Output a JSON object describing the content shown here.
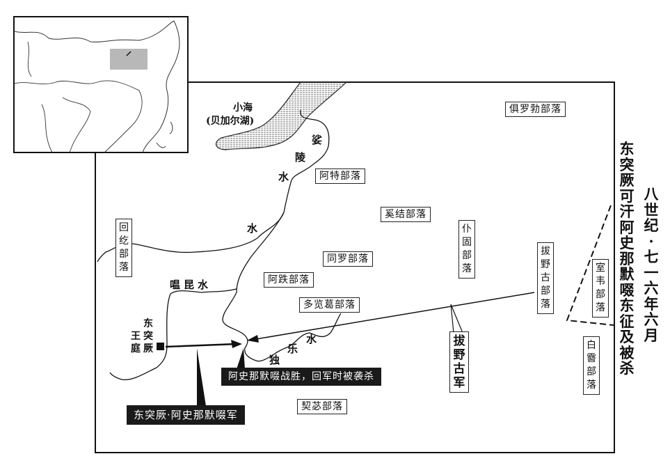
{
  "map": {
    "title": "东突厥可汗阿史那默啜东征及被杀",
    "date": "八世纪·七一六年六月",
    "lake": {
      "name": "小海",
      "alt_name": "(贝加尔湖)"
    },
    "rivers": {
      "selenga": [
        "娑",
        "陵",
        "水",
        "水"
      ],
      "orkhon": "嗢昆水",
      "tola": [
        "独",
        "乐",
        "水"
      ]
    },
    "tribes": {
      "juluobo": "俱罗勃部落",
      "ate": "阿特部落",
      "xijie": "奚结部落",
      "pugu": "仆固部落",
      "huihe": "回纥部落",
      "tongluo": "同罗部落",
      "adie": "阿跌部落",
      "duolange": "多览葛部落",
      "bayegu": "拔野古部落",
      "shiwei": "室韦部落",
      "baixi": "白霫部落",
      "qibi": "契苾部落"
    },
    "court": {
      "col1": "东突厥",
      "col2": "王庭"
    },
    "callouts": {
      "victory": "阿史那默啜战胜，回军时被袭杀",
      "turk_army": "东突厥·阿史那默啜军",
      "bayegu_army": "拔野古军"
    },
    "colors": {
      "ink": "#111111",
      "inset_highlight": "#b8b8b8"
    }
  }
}
